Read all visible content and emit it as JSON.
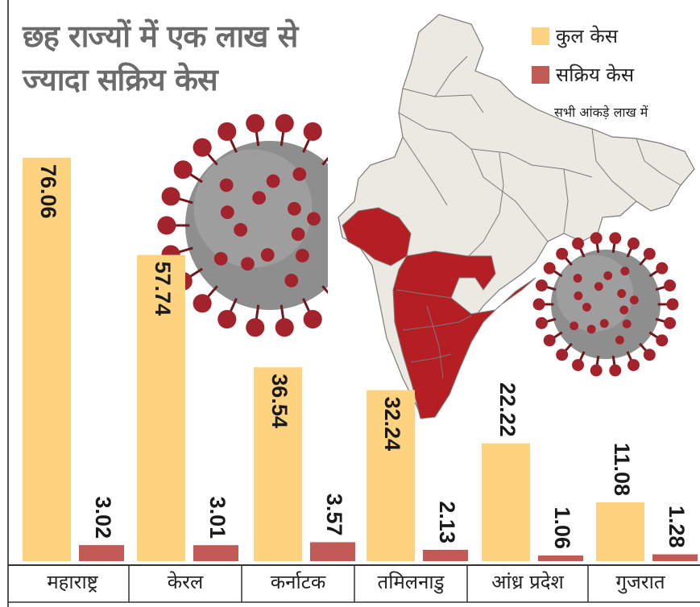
{
  "title_line1": "छह राज्यों में एक लाख से",
  "title_line2": "ज्यादा सक्रिय केस",
  "legend": [
    {
      "label": "कुल केस",
      "color": "#fdd37f"
    },
    {
      "label": "सक्रिय केस",
      "color": "#c25a55"
    }
  ],
  "note": "सभी आंकड़े लाख में",
  "colors": {
    "map_highlight": "#b51f24",
    "map_base": "#ebe9e1",
    "map_border": "#7a7a7a",
    "virus_red": "#a3232c",
    "virus_gray": "#8e8e8e"
  },
  "icons": [
    "coronavirus-illustration",
    "india-map"
  ],
  "chart_data": {
    "type": "bar",
    "categories": [
      "महाराष्ट्र",
      "केरल",
      "कर्नाटक",
      "तमिलनाडु",
      "आंध्र प्रदेश",
      "गुजरात"
    ],
    "series": [
      {
        "name": "कुल केस",
        "values": [
          76.06,
          57.74,
          36.54,
          32.24,
          22.22,
          11.08
        ]
      },
      {
        "name": "सक्रिय केस",
        "values": [
          3.02,
          3.01,
          3.57,
          2.13,
          1.06,
          1.28
        ]
      }
    ],
    "value_labels": {
      "total": [
        "76.06",
        "57.74",
        "36.54",
        "32.24",
        "22.22",
        "11.08"
      ],
      "active": [
        "3.02",
        "3.01",
        "3.57",
        "2.13",
        "1.06",
        "1.28"
      ]
    },
    "ylim": [
      0,
      80
    ],
    "grid": false,
    "legend_position": "top-right"
  }
}
